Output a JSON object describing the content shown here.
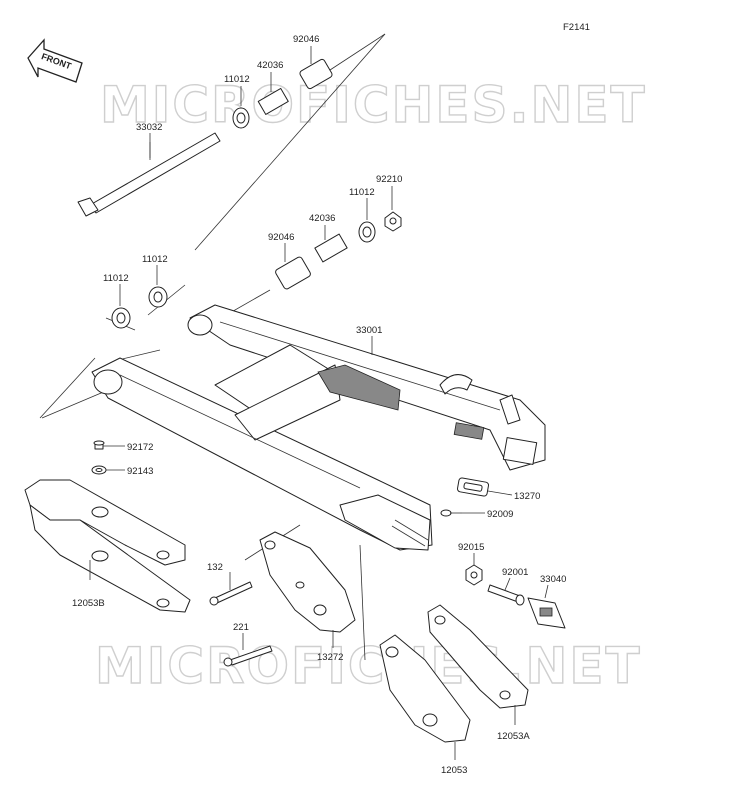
{
  "figure_code": "F2141",
  "front_label": "FRONT",
  "watermark": "MICROFICHES.NET",
  "parts": {
    "p33032": "33032",
    "p11012_top": "11012",
    "p42036_top": "42036",
    "p92046_top": "92046",
    "p92210": "92210",
    "p11012_mid": "11012",
    "p42036_mid": "42036",
    "p92046_mid": "92046",
    "p11012_left1": "11012",
    "p11012_left2": "11012",
    "p33001": "33001",
    "p92172": "92172",
    "p92143": "92143",
    "p12053B": "12053B",
    "p13270": "13270",
    "p92009": "92009",
    "p92015": "92015",
    "p92001": "92001",
    "p33040": "33040",
    "p132": "132",
    "p221": "221",
    "p13272": "13272",
    "p12053A": "12053A",
    "p12053": "12053"
  }
}
